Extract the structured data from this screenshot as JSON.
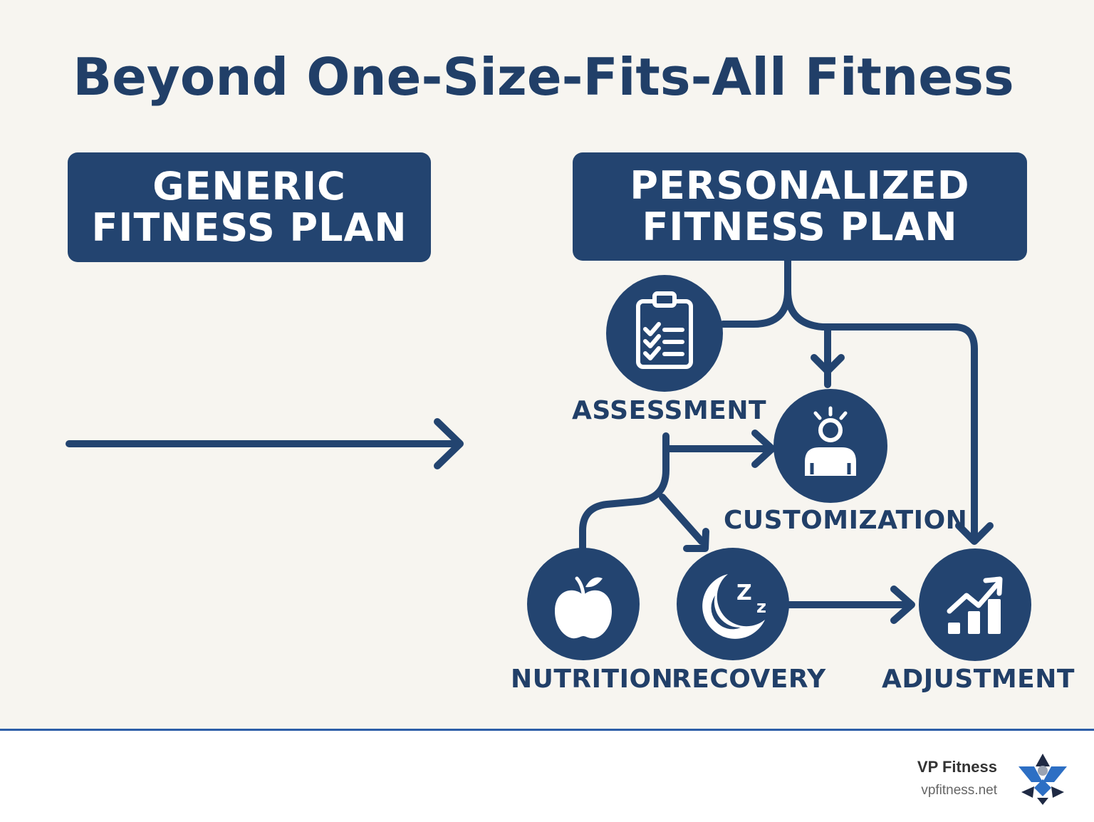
{
  "title": "Beyond One-Size-Fits-All Fitness",
  "generic_plan": {
    "line1": "GENERIC",
    "line2": "FITNESS PLAN"
  },
  "personalized_plan": {
    "line1": "PERSONALIZED",
    "line2": "FITNESS PLAN"
  },
  "steps": {
    "assessment": {
      "label": "ASSESSMENT",
      "icon": "clipboard-checklist-icon"
    },
    "customization": {
      "label": "CUSTOMIZATION",
      "icon": "person-idea-icon"
    },
    "nutrition": {
      "label": "NUTRITION",
      "icon": "apple-icon"
    },
    "recovery": {
      "label": "RECOVERY",
      "icon": "moon-sleep-icon"
    },
    "adjustment": {
      "label": "ADJUSTMENT",
      "icon": "growth-chart-icon"
    }
  },
  "footer": {
    "brand_name": "VP Fitness",
    "brand_url": "vpfitness.net"
  },
  "colors": {
    "primary": "#234470",
    "background": "#f7f5f0",
    "footer_rule": "#2d5ea8"
  }
}
